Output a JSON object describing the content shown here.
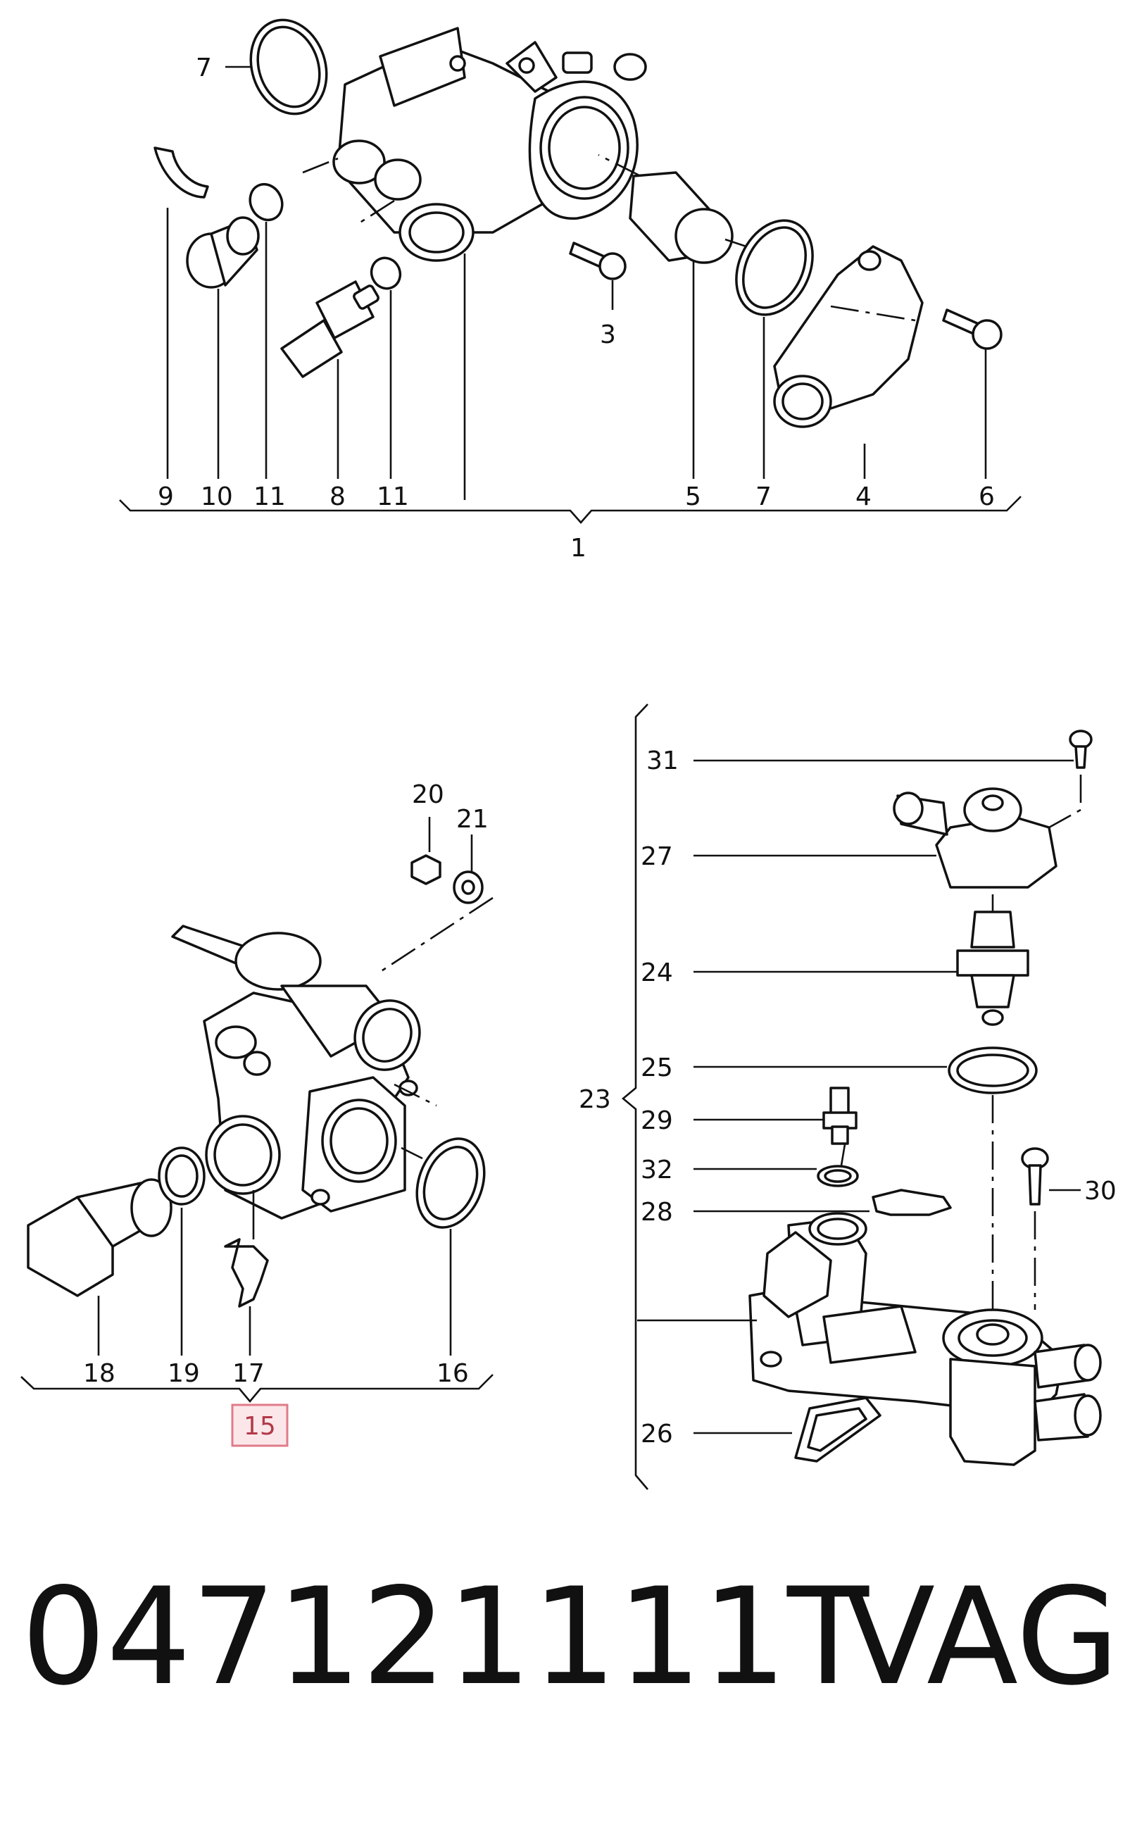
{
  "top_assembly": {
    "callouts": [
      "7",
      "3",
      "9",
      "10",
      "11",
      "8",
      "11",
      "5",
      "7",
      "4",
      "6"
    ],
    "group_label": "1"
  },
  "bottom_left_assembly": {
    "callouts": [
      "20",
      "21",
      "18",
      "19",
      "17",
      "16"
    ],
    "group_label": "15"
  },
  "bottom_right_assembly": {
    "callouts": [
      "31",
      "27",
      "24",
      "25",
      "29",
      "32",
      "28",
      "30",
      "26"
    ],
    "group_label": "23"
  },
  "highlight_color": "#e07b88",
  "footer": {
    "part_number": "047121111T",
    "brand": "VAG"
  }
}
